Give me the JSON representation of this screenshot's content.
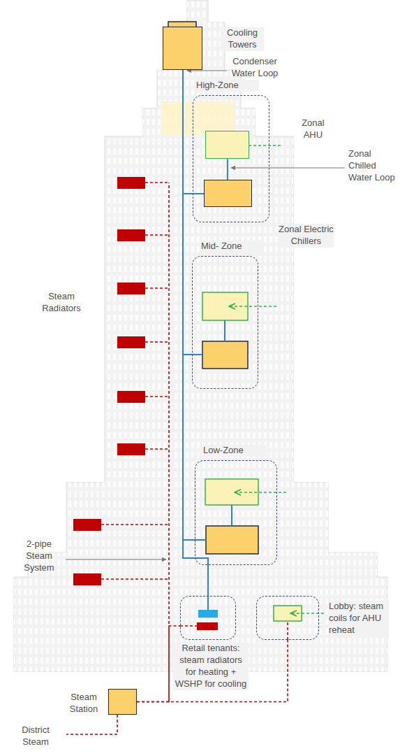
{
  "diagram": {
    "nodes": [
      {
        "text": [
          "Cooling Towers"
        ]
      },
      {
        "text": [
          "High-Zone"
        ]
      },
      {
        "text": [
          "Zonal AHU"
        ],
        "in": 1
      },
      {
        "text": [
          "Zonal Electric Chillers"
        ],
        "in": 1
      },
      {
        "text": [
          "Mid- Zone"
        ]
      },
      {
        "text": [
          "Low-Zone"
        ]
      },
      {
        "text": [
          "Retail tenants: steam radiators for heating + WSHP for cooling"
        ]
      },
      {
        "text": [
          "Lobby: steam coils for AHU reheat"
        ]
      },
      {
        "text": [
          "Steam Station"
        ]
      }
    ],
    "edges": [
      {
        "from": 0,
        "to": 3,
        "arrow": "none"
      },
      {
        "from": 0,
        "to": 6,
        "arrow": "none"
      },
      {
        "from": 2,
        "to": 3,
        "arrow": "none"
      },
      {
        "from": 8,
        "to": 7,
        "arrow": "none"
      },
      {
        "from": 8,
        "to": 6,
        "arrow": "none"
      }
    ],
    "labels": [
      "Condenser Water Loop",
      "Zonal Chilled Water Loop",
      "Steam Radiators",
      "2-pipe Steam System",
      "District Steam"
    ]
  }
}
